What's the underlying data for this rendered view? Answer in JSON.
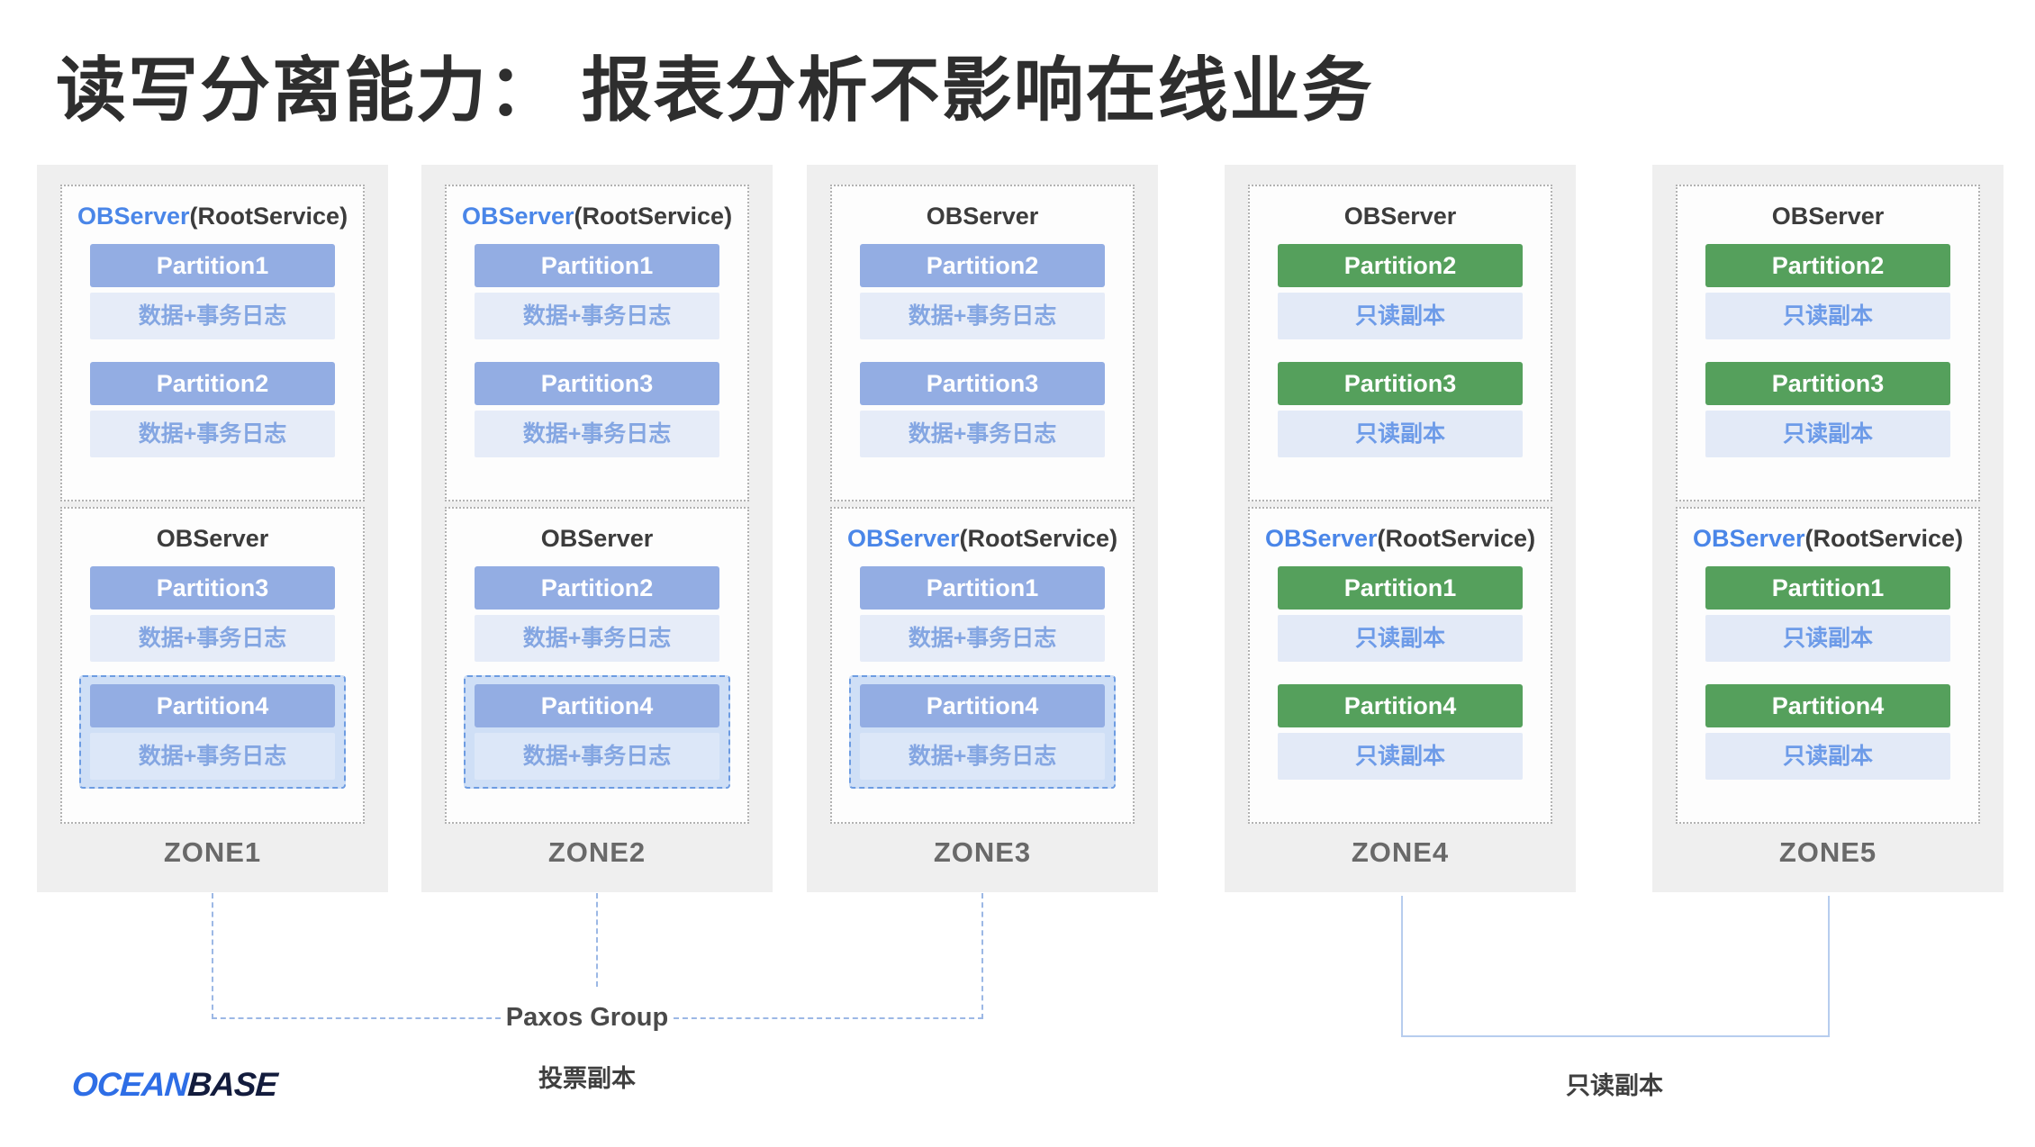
{
  "title": "读写分离能力： 报表分析不影响在线业务",
  "colors": {
    "partition_full_replica": "#93ade3",
    "partition_readonly_replica": "#55a05c",
    "sub_bar_bg": "#e6ecf8",
    "sub_text_blue": "#84a6e2",
    "rootservice_blue": "#4a86e8",
    "highlight_border": "#6d9ce2",
    "highlight_bg": "#cfdff6",
    "zone_bg": "#efefef",
    "paxos_line": "#9cb8e5",
    "readonly_line": "#b7cdee",
    "logo_blue": "#2e6ee6",
    "logo_dark": "#131c3d"
  },
  "zones": [
    {
      "label": "ZONE1",
      "servers": [
        {
          "title": "OBServer",
          "suffix": "(RootService)",
          "root": true,
          "partitions": [
            {
              "name": "Partition1",
              "sub": "数据+事务日志",
              "replica": "full",
              "highlight": false
            },
            {
              "name": "Partition2",
              "sub": "数据+事务日志",
              "replica": "full",
              "highlight": false
            }
          ]
        },
        {
          "title": "OBServer",
          "suffix": "",
          "root": false,
          "partitions": [
            {
              "name": "Partition3",
              "sub": "数据+事务日志",
              "replica": "full",
              "highlight": false
            },
            {
              "name": "Partition4",
              "sub": "数据+事务日志",
              "replica": "full",
              "highlight": true
            }
          ]
        }
      ]
    },
    {
      "label": "ZONE2",
      "servers": [
        {
          "title": "OBServer",
          "suffix": "(RootService)",
          "root": true,
          "partitions": [
            {
              "name": "Partition1",
              "sub": "数据+事务日志",
              "replica": "full",
              "highlight": false
            },
            {
              "name": "Partition3",
              "sub": "数据+事务日志",
              "replica": "full",
              "highlight": false
            }
          ]
        },
        {
          "title": "OBServer",
          "suffix": "",
          "root": false,
          "partitions": [
            {
              "name": "Partition2",
              "sub": "数据+事务日志",
              "replica": "full",
              "highlight": false
            },
            {
              "name": "Partition4",
              "sub": "数据+事务日志",
              "replica": "full",
              "highlight": true
            }
          ]
        }
      ]
    },
    {
      "label": "ZONE3",
      "servers": [
        {
          "title": "OBServer",
          "suffix": "",
          "root": false,
          "partitions": [
            {
              "name": "Partition2",
              "sub": "数据+事务日志",
              "replica": "full",
              "highlight": false
            },
            {
              "name": "Partition3",
              "sub": "数据+事务日志",
              "replica": "full",
              "highlight": false
            }
          ]
        },
        {
          "title": "OBServer",
          "suffix": "(RootService)",
          "root": true,
          "partitions": [
            {
              "name": "Partition1",
              "sub": "数据+事务日志",
              "replica": "full",
              "highlight": false
            },
            {
              "name": "Partition4",
              "sub": "数据+事务日志",
              "replica": "full",
              "highlight": true
            }
          ]
        }
      ]
    },
    {
      "label": "ZONE4",
      "servers": [
        {
          "title": "OBServer",
          "suffix": "",
          "root": false,
          "partitions": [
            {
              "name": "Partition2",
              "sub": "只读副本",
              "replica": "readonly",
              "highlight": false
            },
            {
              "name": "Partition3",
              "sub": "只读副本",
              "replica": "readonly",
              "highlight": false
            }
          ]
        },
        {
          "title": "OBServer",
          "suffix": "(RootService)",
          "root": true,
          "partitions": [
            {
              "name": "Partition1",
              "sub": "只读副本",
              "replica": "readonly",
              "highlight": false
            },
            {
              "name": "Partition4",
              "sub": "只读副本",
              "replica": "readonly",
              "highlight": false
            }
          ]
        }
      ]
    },
    {
      "label": "ZONE5",
      "servers": [
        {
          "title": "OBServer",
          "suffix": "",
          "root": false,
          "partitions": [
            {
              "name": "Partition2",
              "sub": "只读副本",
              "replica": "readonly",
              "highlight": false
            },
            {
              "name": "Partition3",
              "sub": "只读副本",
              "replica": "readonly",
              "highlight": false
            }
          ]
        },
        {
          "title": "OBServer",
          "suffix": "(RootService)",
          "root": true,
          "partitions": [
            {
              "name": "Partition1",
              "sub": "只读副本",
              "replica": "readonly",
              "highlight": false
            },
            {
              "name": "Partition4",
              "sub": "只读副本",
              "replica": "readonly",
              "highlight": false
            }
          ]
        }
      ]
    }
  ],
  "annotations": {
    "paxos_group": "Paxos Group",
    "paxos_sub": "投票副本",
    "readonly_group": "只读副本"
  },
  "logo": {
    "part1": "OCEAN",
    "part2": "BASE"
  }
}
